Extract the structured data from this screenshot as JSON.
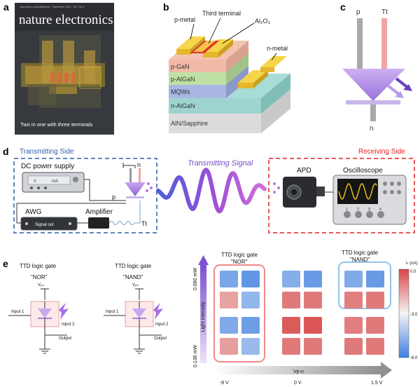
{
  "panels": {
    "a": "a",
    "b": "b",
    "c": "c",
    "d": "d",
    "e": "e"
  },
  "cover": {
    "journal": "nature electronics",
    "tagline": "Two in one with three terminals",
    "topline": "www.nature.com/natelectron · September 2024 · Vol 7 No 9"
  },
  "device": {
    "layers": [
      "p-GaN",
      "p-AlGaN",
      "MQWs",
      "n-AlGaN",
      "AlN/Sapphire"
    ],
    "p_metal": "p-metal",
    "third_terminal": "Third terminal",
    "oxide": "Al₂O₃",
    "n_metal": "n-metal"
  },
  "symbol": {
    "p": "p",
    "tt": "Tt",
    "n": "n"
  },
  "setup": {
    "transmitting_side": "Transmitting Side",
    "receiving_side": "Receiving Side",
    "dc_power_supply": "DC power supply",
    "psu_v": "V",
    "psu_ma": "mA",
    "awg": "AWG",
    "signal_out": "Signal out",
    "amplifier": "Amplifier",
    "p": "p",
    "n": "n",
    "tt": "Tt",
    "transmitting_signal": "Transmitting Signal",
    "apd": "APD",
    "oscilloscope": "Oscilloscope",
    "scope_buttons": [
      "1",
      "2",
      "3",
      "4"
    ],
    "colors": {
      "transmit": "#2d5fa8",
      "receive": "#e02020",
      "signal": "#7a4fc9"
    }
  },
  "logic": {
    "nor": {
      "title": "TTD logic gate",
      "name": "\"NOR\"",
      "vpn": "Vₚₙ",
      "input1": "Input 1",
      "input2": "Input 2",
      "output": "Output"
    },
    "nand": {
      "title": "TTD logic gate",
      "name": "\"NAND\"",
      "vpn": "Vₚₙ",
      "input1": "Input 1",
      "input2": "Input 2",
      "output": "Output"
    }
  },
  "heatmap": {
    "nor_title": "TTD logic gate",
    "nor_name": "\"NOR\"",
    "nand_title": "TTD logic gate",
    "nand_name": "\"NAND\"",
    "ylabel": "Light intensity",
    "y_top": "0.680 mW",
    "y_bottom": "0.136 mW",
    "xlabel": "Vp-n",
    "x_ticks": [
      "-6 V",
      "0 V",
      "1.5 V"
    ],
    "colorbar_label": "Iₜ (nA)",
    "colorbar_ticks": [
      "0.0",
      "-3.0",
      "-6.0"
    ],
    "colorbar_range": [
      -6.0,
      0.0
    ],
    "groups": [
      {
        "name": "-6 V",
        "cells": [
          [
            -5.0,
            -5.4
          ],
          [
            -1.6,
            -4.6
          ],
          [
            -4.9,
            -5.2
          ],
          [
            -1.5,
            -4.5
          ]
        ]
      },
      {
        "name": "0 V",
        "cells": [
          [
            -4.8,
            -5.3
          ],
          [
            -0.9,
            -0.9
          ],
          [
            -0.4,
            -0.3
          ],
          [
            -0.9,
            -0.9
          ]
        ]
      },
      {
        "name": "1.5 V",
        "cells": [
          [
            -4.9,
            -5.3
          ],
          [
            -1.0,
            -0.9
          ],
          [
            -1.0,
            -0.9
          ],
          [
            -0.9,
            -0.9
          ]
        ]
      }
    ]
  }
}
